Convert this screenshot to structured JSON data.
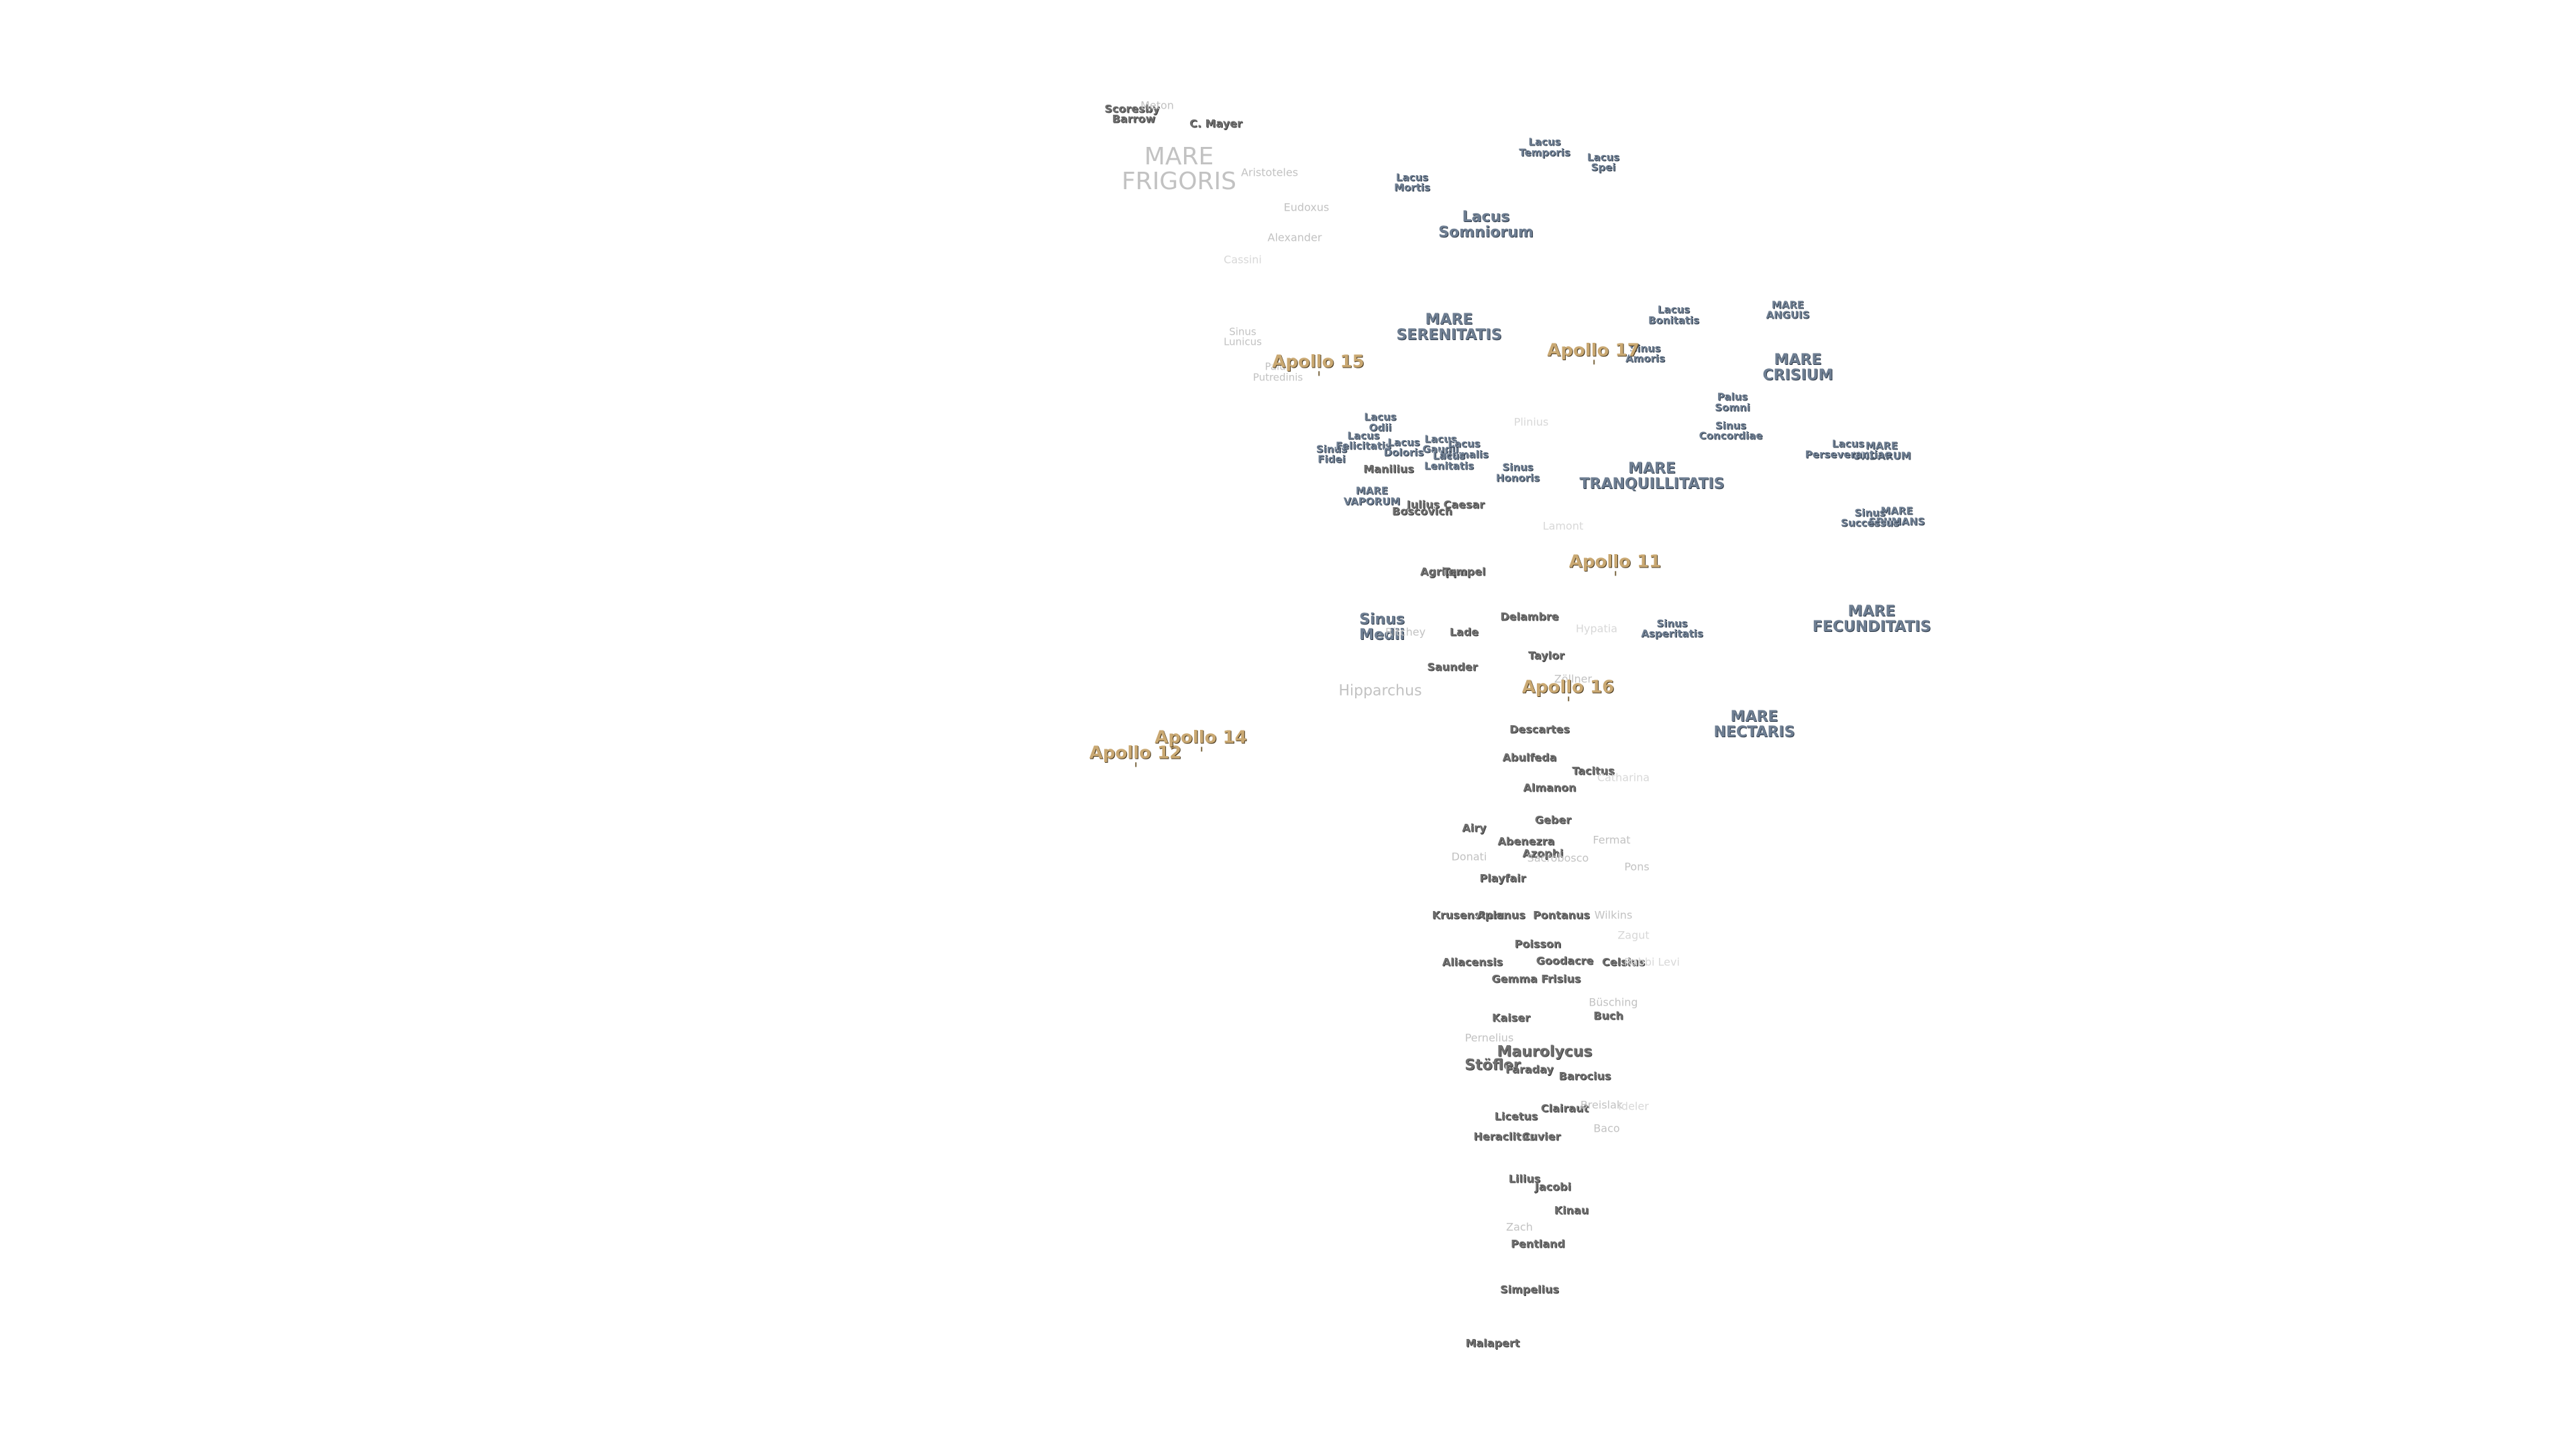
{
  "map": {
    "maria": [
      {
        "id": "mare-frigoris",
        "lines": [
          "MARE",
          "FRIGORIS"
        ]
      },
      {
        "id": "mare-serenitatis",
        "lines": [
          "MARE",
          "SERENITATIS"
        ]
      },
      {
        "id": "mare-tranquillitatis",
        "lines": [
          "MARE",
          "TRANQUILLITATIS"
        ]
      },
      {
        "id": "mare-crisium",
        "lines": [
          "MARE",
          "CRISIUM"
        ]
      },
      {
        "id": "mare-fecunditatis",
        "lines": [
          "MARE",
          "FECUNDITATIS"
        ]
      },
      {
        "id": "mare-nectaris",
        "lines": [
          "MARE",
          "NECTARIS"
        ]
      },
      {
        "id": "mare-vaporum",
        "lines": [
          "MARE",
          "VAPORUM"
        ]
      },
      {
        "id": "mare-anguis",
        "lines": [
          "MARE",
          "ANGUIS"
        ]
      },
      {
        "id": "mare-undarum",
        "lines": [
          "MARE",
          "UNDARUM"
        ]
      },
      {
        "id": "mare-spumans",
        "lines": [
          "MARE",
          "SPUMANS"
        ]
      }
    ],
    "lakes_bays": [
      {
        "id": "lacus-temporis",
        "lines": [
          "Lacus",
          "Temporis"
        ]
      },
      {
        "id": "lacus-spei",
        "lines": [
          "Lacus",
          "Spei"
        ]
      },
      {
        "id": "lacus-mortis",
        "lines": [
          "Lacus",
          "Mortis"
        ]
      },
      {
        "id": "lacus-somniorum",
        "lines": [
          "Lacus",
          "Somniorum"
        ]
      },
      {
        "id": "lacus-bonitatis",
        "lines": [
          "Lacus",
          "Bonitatis"
        ]
      },
      {
        "id": "sinus-amoris",
        "lines": [
          "Sinus",
          "Amoris"
        ]
      },
      {
        "id": "palus-somni",
        "lines": [
          "Palus",
          "Somni"
        ]
      },
      {
        "id": "sinus-concordiae",
        "lines": [
          "Sinus",
          "Concordiae"
        ]
      },
      {
        "id": "sinus-honoris",
        "lines": [
          "Sinus",
          "Honoris"
        ]
      },
      {
        "id": "sinus-asperitatis",
        "lines": [
          "Sinus",
          "Asperitatis"
        ]
      },
      {
        "id": "sinus-fidei",
        "lines": [
          "Sinus",
          "Fidei"
        ]
      },
      {
        "id": "lacus-odii",
        "lines": [
          "Lacus",
          "Odii"
        ]
      },
      {
        "id": "lacus-felicitatis",
        "lines": [
          "Lacus",
          "Felicitatis"
        ]
      },
      {
        "id": "lacus-doloris",
        "lines": [
          "Lacus",
          "Doloris"
        ]
      },
      {
        "id": "lacus-gaudii",
        "lines": [
          "Lacus",
          "Gaudii"
        ]
      },
      {
        "id": "lacus-hiemalis",
        "lines": [
          "Lacus",
          "Hiemalis"
        ]
      },
      {
        "id": "lacus-lenitatis",
        "lines": [
          "Lacus",
          "Lenitatis"
        ]
      },
      {
        "id": "sinus-successus",
        "lines": [
          "Sinus",
          "Successus"
        ]
      },
      {
        "id": "lacus-perseverantiae",
        "lines": [
          "Lacus",
          "Perseverantiae"
        ]
      },
      {
        "id": "sinus-medii",
        "lines": [
          "Sinus",
          "Medii"
        ]
      },
      {
        "id": "sinus-lunicus",
        "lines": [
          "Sinus",
          "Lunicus"
        ]
      },
      {
        "id": "palus-putredinis",
        "lines": [
          "Palus",
          "Putredinis"
        ]
      }
    ],
    "craters": [
      "Barrow",
      "Scoresby",
      "Meton",
      "C. Mayer",
      "Aristoteles",
      "Eudoxus",
      "Alexander",
      "Cassini",
      "Manilius",
      "Julius Caesar",
      "Boscovich",
      "Plinius",
      "Lamont",
      "Agrippa",
      "Tempel",
      "Delambre",
      "Lade",
      "Ritchey",
      "Hypatia",
      "Taylor",
      "Saunder",
      "Hipparchus",
      "Zöllner",
      "Descartes",
      "Abulfeda",
      "Tacitus",
      "Almanon",
      "Catharina",
      "Geber",
      "Airy",
      "Abenezra",
      "Azophi",
      "Fermat",
      "Donati",
      "Sacrobosco",
      "Pons",
      "Playfair",
      "Krusenstern",
      "Apianus",
      "Pontanus",
      "Wilkins",
      "Zagut",
      "Poisson",
      "Aliacensis",
      "Goodacre",
      "Celsius",
      "Rabbi Levi",
      "Gemma Frisius",
      "Kaiser",
      "Büsching",
      "Buch",
      "Pernelius",
      "Maurolycus",
      "Stöfler",
      "Faraday",
      "Barocius",
      "Clairaut",
      "Breislak",
      "Ideler",
      "Licetus",
      "Heraclitus",
      "Cuvier",
      "Baco",
      "Lilius",
      "Jacobi",
      "Kinau",
      "Zach",
      "Pentland",
      "Simpelius",
      "Malapert"
    ],
    "landing_sites": [
      "Apollo 11",
      "Apollo 12",
      "Apollo 14",
      "Apollo 15",
      "Apollo 16",
      "Apollo 17"
    ]
  }
}
